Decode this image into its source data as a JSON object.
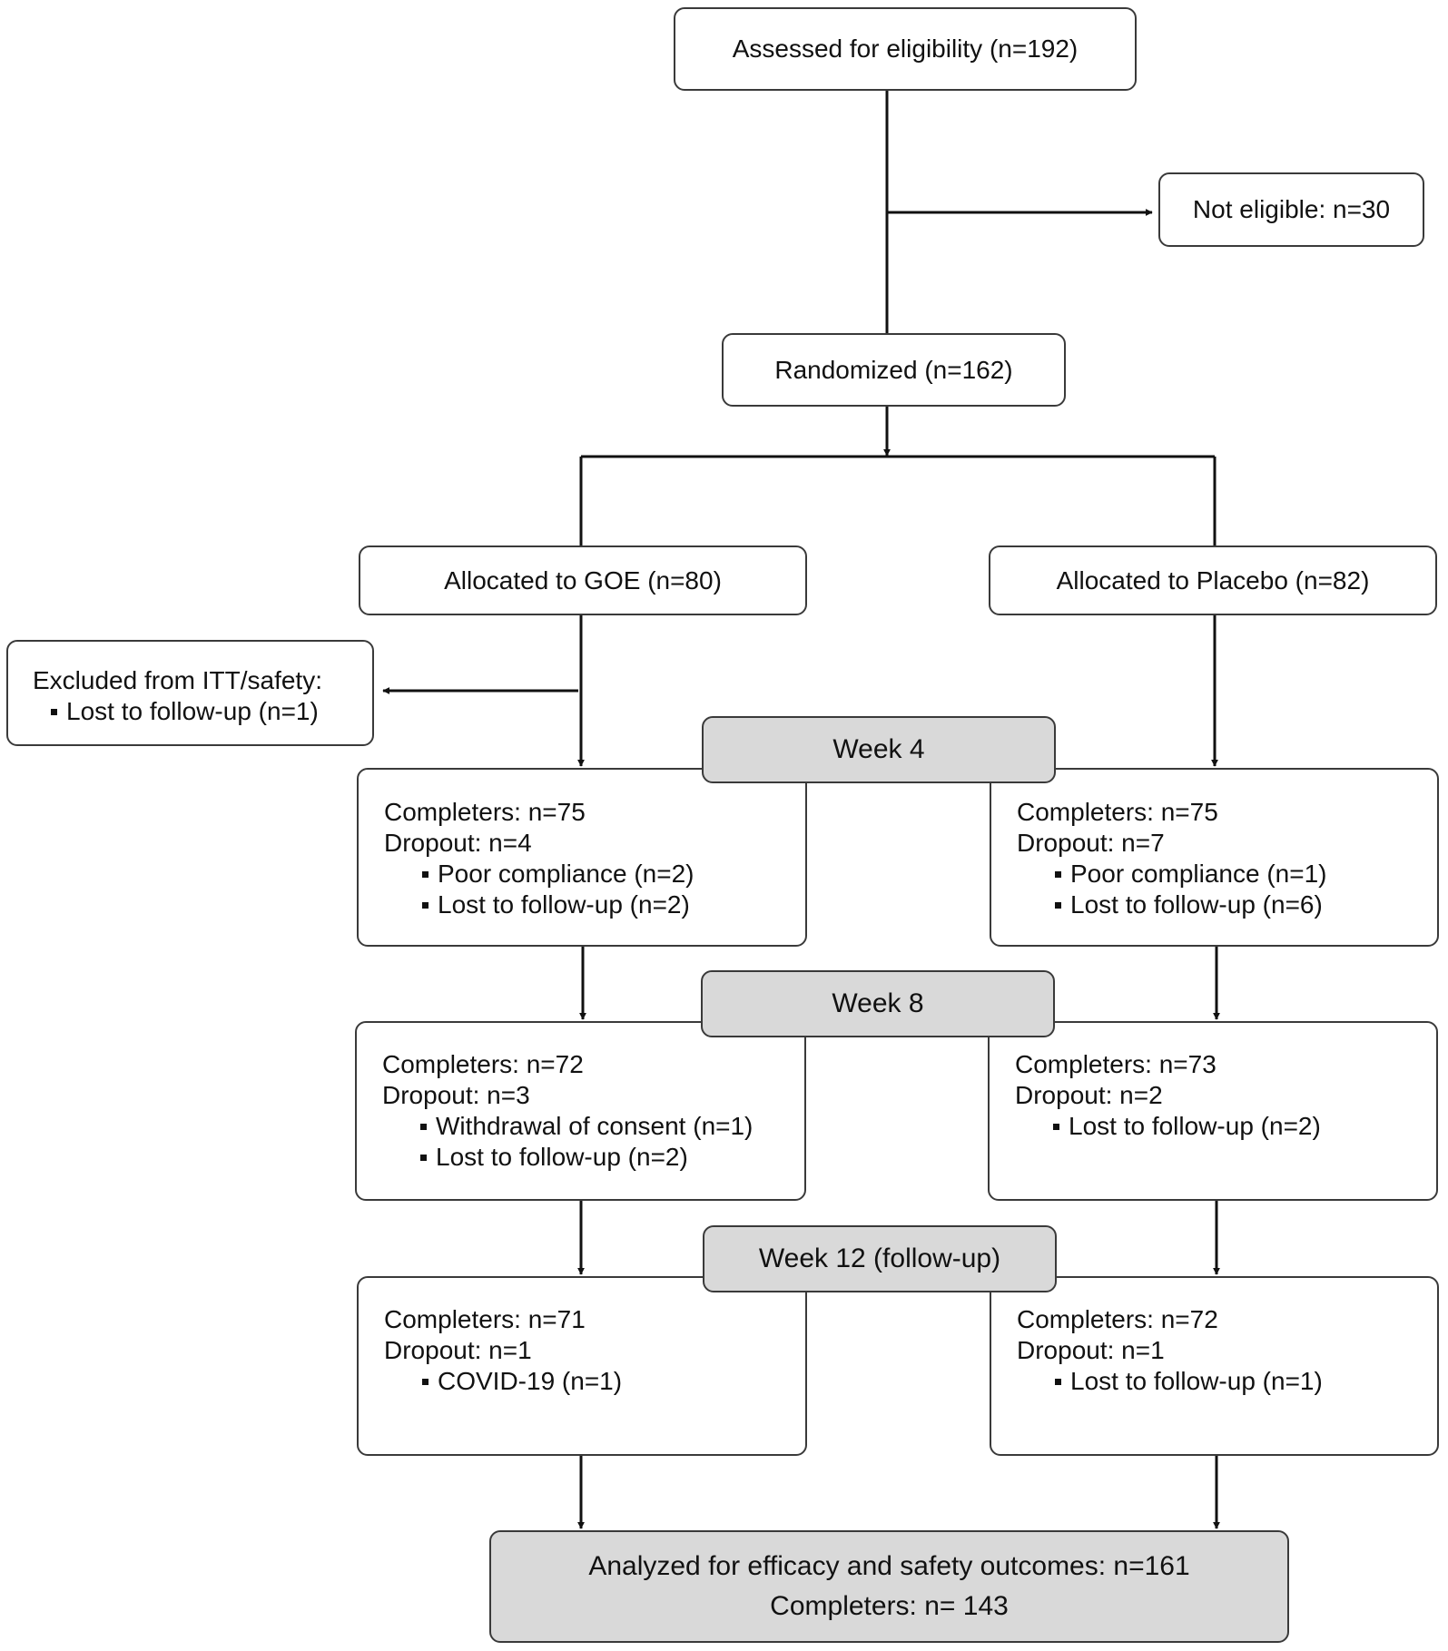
{
  "assessed": "Assessed for eligibility (n=192)",
  "not_eligible": "Not eligible: n=30",
  "randomized": "Randomized (n=162)",
  "goe": {
    "allocated": "Allocated to GOE (n=80)",
    "excluded": {
      "title": "Excluded from ITT/safety:",
      "items": [
        "Lost to follow-up (n=1)"
      ]
    },
    "week4": {
      "completers": "Completers: n=75",
      "dropout": "Dropout: n=4",
      "items": [
        "Poor compliance (n=2)",
        "Lost to follow-up (n=2)"
      ]
    },
    "week8": {
      "completers": "Completers: n=72",
      "dropout": "Dropout: n=3",
      "items": [
        "Withdrawal of consent (n=1)",
        "Lost to follow-up (n=2)"
      ]
    },
    "week12": {
      "completers": "Completers: n=71",
      "dropout": "Dropout: n=1",
      "items": [
        "COVID-19 (n=1)"
      ]
    }
  },
  "placebo": {
    "allocated": "Allocated to Placebo (n=82)",
    "week4": {
      "completers": "Completers: n=75",
      "dropout": "Dropout: n=7",
      "items": [
        "Poor compliance (n=1)",
        "Lost to follow-up (n=6)"
      ]
    },
    "week8": {
      "completers": "Completers: n=73",
      "dropout": "Dropout: n=2",
      "items": [
        "Lost to follow-up (n=2)"
      ]
    },
    "week12": {
      "completers": "Completers: n=72",
      "dropout": "Dropout: n=1",
      "items": [
        "Lost to follow-up (n=1)"
      ]
    }
  },
  "week_labels": [
    "Week 4",
    "Week 8",
    "Week 12 (follow-up)"
  ],
  "analyzed": {
    "line1": "Analyzed for efficacy and safety outcomes: n=161",
    "line2": "Completers: n= 143"
  },
  "colors": {
    "line": "#111111",
    "border": "#3a3a3a",
    "shaded_fill": "#d9d9d9"
  }
}
